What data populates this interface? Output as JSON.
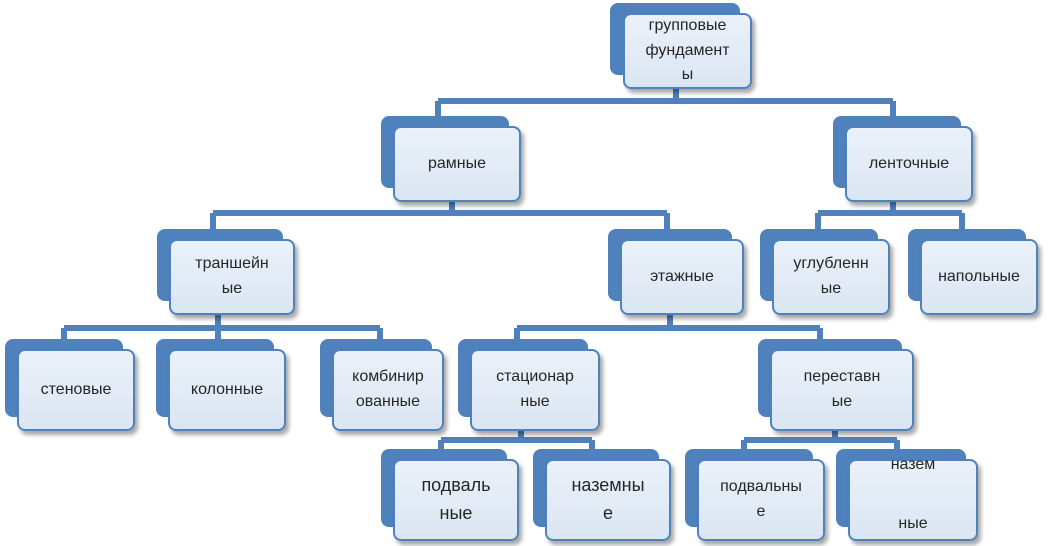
{
  "nodes": {
    "root": "групповые\nфундамент\nы",
    "ramnye": "рамные",
    "lentochnye": "ленточные",
    "transheynye": "траншейн\nые",
    "etazhnye": "этажные",
    "uglublennye": "углубленн\nые",
    "napolnye": "напольные",
    "stenovye": "стеновые",
    "kolonnye": "колонные",
    "kombinirovannye": "комбинир\nованные",
    "statsionarnye": "стационар\nные",
    "perestavnye": "переставн\nые",
    "podvalnye_1": "подваль\nные",
    "nazemnye_1": "наземны\nе",
    "podvalnye_2": "подвальны\nе",
    "nazemnye_2_top": "назем",
    "nazemnye_2_bottom": "ные"
  },
  "colors": {
    "accent": "#4f81bd",
    "box_fill": "#dbe6f3",
    "text": "#262626"
  }
}
